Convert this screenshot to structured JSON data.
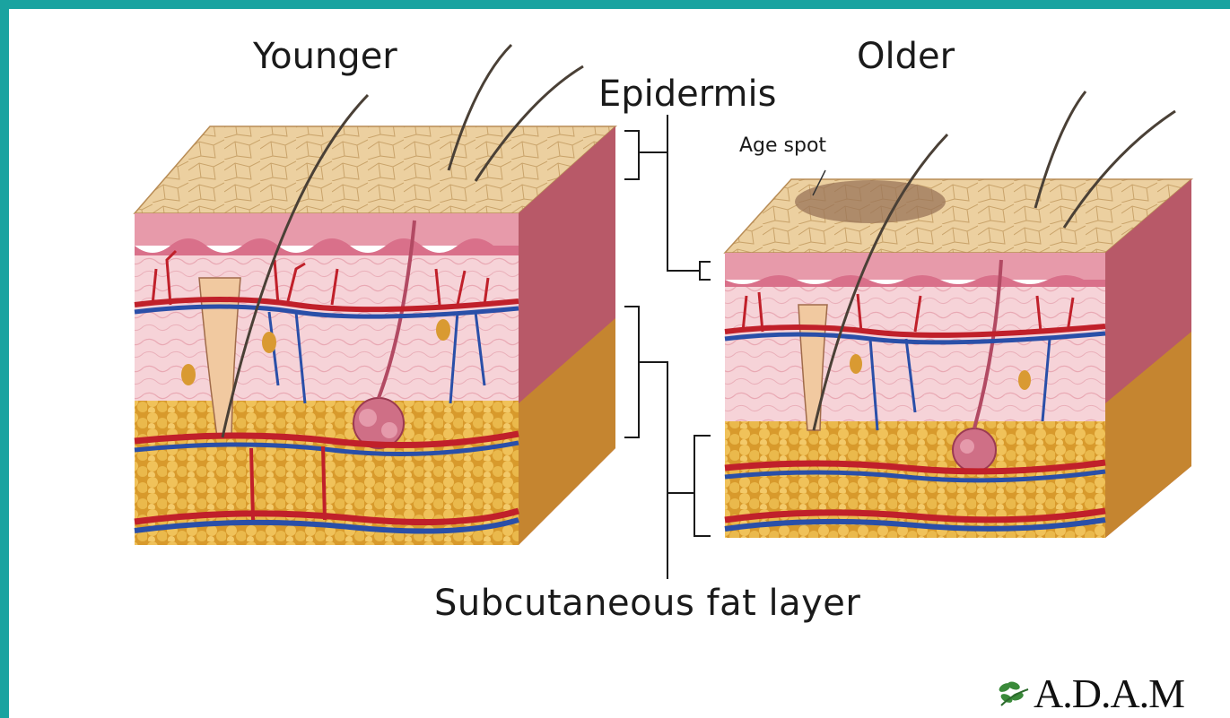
{
  "labels": {
    "younger": "Younger",
    "older": "Older",
    "epidermis": "Epidermis",
    "age_spot": "Age spot",
    "subcutaneous": "Subcutaneous fat layer"
  },
  "logo": {
    "text": "A.D.A.M"
  },
  "colors": {
    "border": "#1aa3a0",
    "skin_surface": "#e9c795",
    "dermis": "#f2c4cc",
    "dermis_dark": "#c94f66",
    "fat": "#e8b347",
    "artery": "#c0202a",
    "vein": "#2a4fa8",
    "age_spot": "#9a7458"
  }
}
